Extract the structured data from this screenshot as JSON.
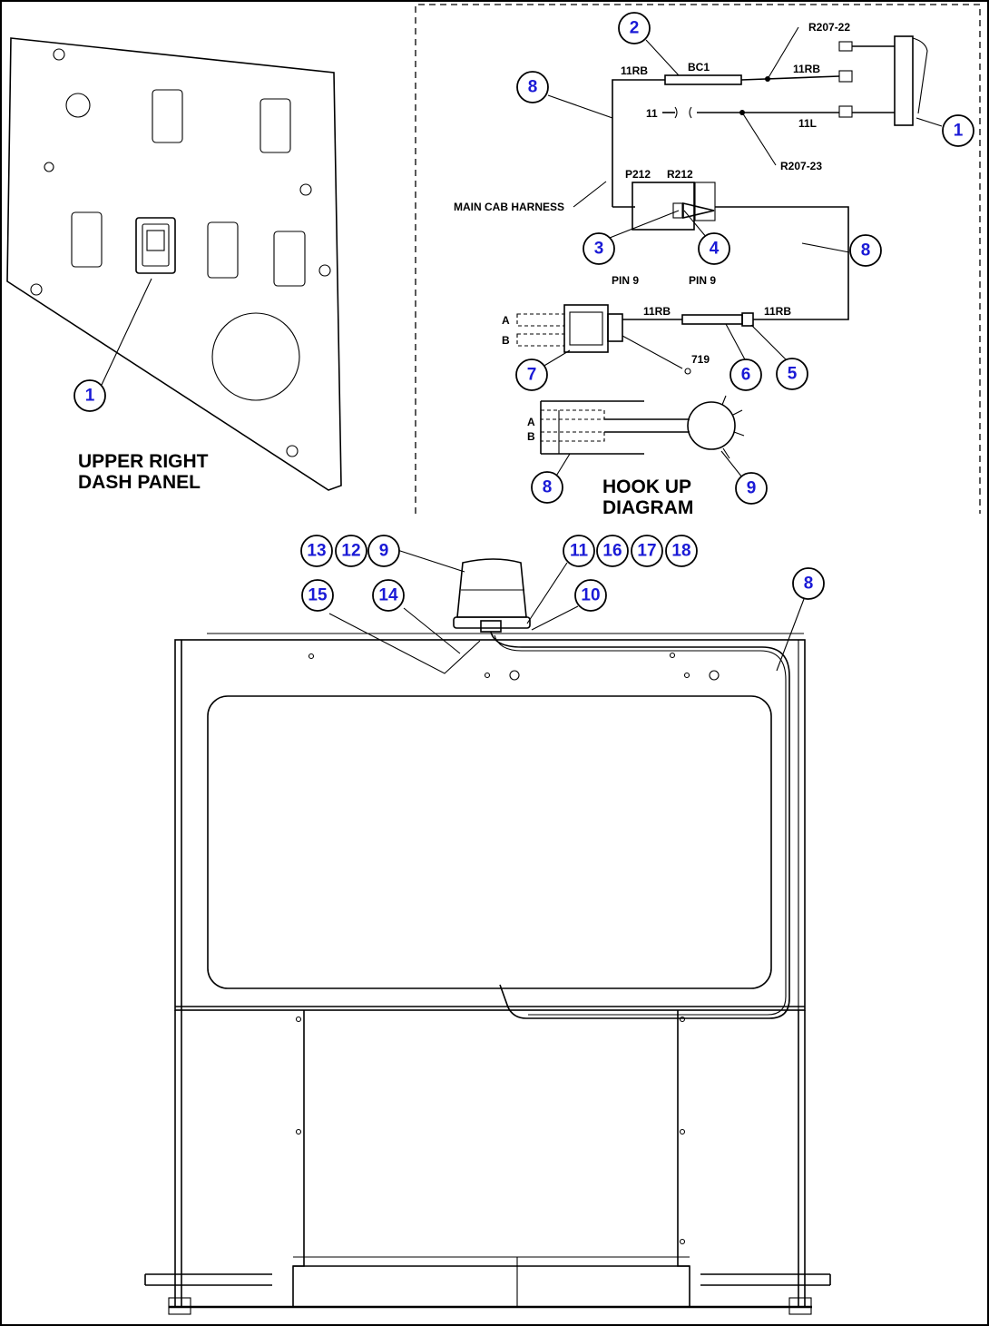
{
  "titles": {
    "dash_panel_line1": "UPPER RIGHT",
    "dash_panel_line2": "DASH PANEL",
    "hookup_line1": "HOOK UP",
    "hookup_line2": "DIAGRAM"
  },
  "labels": {
    "r207_22": "R207-22",
    "r207_23": "R207-23",
    "bc1": "BC1",
    "w11rb_a": "11RB",
    "w11rb_b": "11RB",
    "w11rb_c": "11RB",
    "w11rb_d": "11RB",
    "w11": "11",
    "w11l": "11L",
    "main_cab_harness": "MAIN CAB HARNESS",
    "p212": "P212",
    "r212": "R212",
    "pin9_a": "PIN 9",
    "pin9_b": "PIN 9",
    "pin_a1": "A",
    "pin_b1": "B",
    "pin_a2": "A",
    "pin_b2": "B",
    "w719": "719"
  },
  "callouts": {
    "c1a": "1",
    "c1b": "1",
    "c2": "2",
    "c3": "3",
    "c4": "4",
    "c5": "5",
    "c6": "6",
    "c7": "7",
    "c8a": "8",
    "c8b": "8",
    "c8c": "8",
    "c8d": "8",
    "c9a": "9",
    "c9b": "9",
    "c10": "10",
    "c11": "11",
    "c12": "12",
    "c13": "13",
    "c14": "14",
    "c15": "15",
    "c16": "16",
    "c17": "17",
    "c18": "18"
  },
  "colors": {
    "callout_text": "#1a1ad6",
    "line": "#000000",
    "background": "#ffffff"
  }
}
